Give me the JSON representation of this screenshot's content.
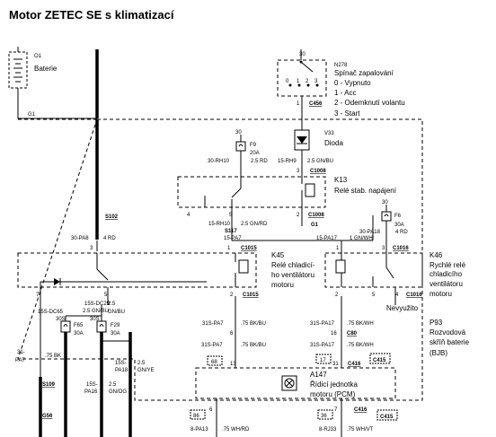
{
  "title": "Motor ZETEC SE s klimatizací",
  "battery": {
    "id": "O1",
    "name": "Baterie",
    "ground": "G1"
  },
  "ignition_switch": {
    "id": "N278",
    "name": "Spínač zapalování",
    "terminal": "30",
    "pins": [
      "0",
      "1",
      "2",
      "3"
    ],
    "states": [
      "0 - Vypnuto",
      "1 - Acc",
      "2 - Odemknutí volantu",
      "3 - Start"
    ],
    "connector": "C456",
    "pin": "1"
  },
  "diode": {
    "id": "V33",
    "name": "Dioda"
  },
  "fuse_f9": {
    "id": "F9",
    "rating": "20A",
    "terminal": "30"
  },
  "relay_k13": {
    "id": "K13",
    "name": "Relé stab. napájení",
    "connector": "C1008",
    "ground": "G1",
    "splice": "S102",
    "pins": [
      "1",
      "2",
      "3",
      "4",
      "5"
    ]
  },
  "fuse_f6": {
    "id": "F6",
    "rating": "30A",
    "terminal": "30"
  },
  "relay_k45": {
    "id": "K45",
    "name_lines": [
      "Relé chladicí-",
      "ho ventilátoru",
      "motoru"
    ],
    "connector": "C1015",
    "splice": "S117",
    "pins": [
      "1",
      "2",
      "3",
      "5",
      "7"
    ]
  },
  "relay_k46": {
    "id": "K46",
    "name_lines": [
      "Rychlé relé",
      "chladicího",
      "ventilátoru",
      "motoru"
    ],
    "connector": "C1016",
    "pins": [
      "1",
      "2",
      "3",
      "4",
      "5"
    ],
    "unused": "Nevyužito"
  },
  "fuse_f65": {
    "id": "F65",
    "rating": "30A"
  },
  "fuse_f29": {
    "id": "F29",
    "rating": "30A"
  },
  "bjb": {
    "id": "P93",
    "name_lines": [
      "Rozvodová",
      "skříň baterie",
      "(BJB)"
    ]
  },
  "pcm": {
    "id": "A147",
    "name_lines": [
      "Řídicí jednotka",
      "motoru (PCM)"
    ]
  },
  "wires": {
    "w1": "30-RH10",
    "w1c": "2.5 RD",
    "w2": "15-RH9",
    "w2c": "2.5 GN/BU",
    "w3": "15-RH10",
    "w3c": "2.5 GN/RD",
    "w4": "15-PA7",
    "w5": "30-PA8",
    "w5c": "4 RD",
    "w6": "30-PA18",
    "w6c": "4 RD",
    "w7": "15-PA17",
    "w7c": "1 GN/WH",
    "w8": "15S-DC29",
    "w8c": "2.5 GN/BU",
    "w9": "15S-DC65",
    "w9b": "30S",
    "w10": "30S",
    "w11": "2.5",
    "w11b": "GN/BU",
    "w12": "31-",
    "w12b": "PA7",
    "w12c": ".75 BK",
    "w13": "15S-",
    "w13b": "PA18",
    "w13c": "2.5",
    "w13d": "GN/YE",
    "w14": "15S-",
    "w14b": "PA16",
    "w14c": "2.5",
    "w14d": "GN/OG",
    "w15": "31S-PA7",
    "w15c": ".75 BK/BU",
    "w16": "31S-PA17",
    "w16c": ".75 BK/WH",
    "w17": "31S-PA7",
    "w17c": ".75 BK/BU",
    "w18": "31S-PA17",
    "w18c": ".75 BK/WH",
    "w19": "8-PA13",
    "w19c": ".75 WH/RD",
    "w20": "8-RJ33",
    "w20c": ".75 WH/VT"
  },
  "connectors": {
    "c80": "C80",
    "c415a": "C415",
    "c415b": "C415",
    "c416a": "C416",
    "c416b": "C416",
    "p68": "68",
    "p13": "13",
    "p17": "17",
    "p31": "31",
    "p86": "86",
    "p6": "6",
    "p36": "36",
    "p7": "7",
    "p6b": "6",
    "p16": "16"
  },
  "splices": {
    "s109": "S109",
    "g56": "G56",
    "s102": "S102",
    "s117": "S117"
  }
}
